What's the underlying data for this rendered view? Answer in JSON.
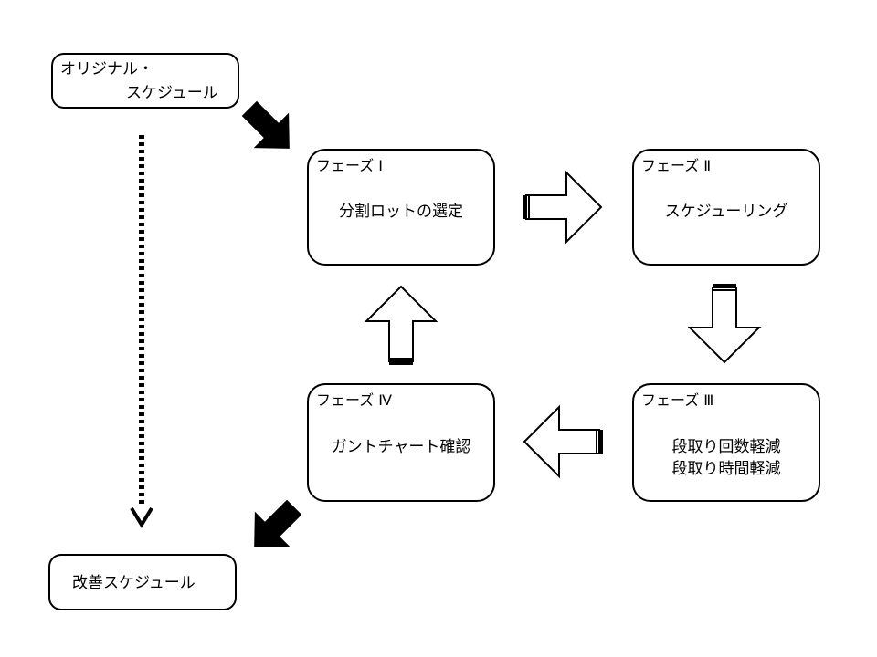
{
  "original_schedule": {
    "line1": "オリジナル・",
    "line2": "スケジュール"
  },
  "improved_schedule": {
    "label": "改善スケジュール"
  },
  "phases": [
    {
      "label": "フェーズ Ⅰ",
      "lines": [
        "分割ロットの選定"
      ]
    },
    {
      "label": "フェーズ Ⅱ",
      "lines": [
        "スケジューリング"
      ]
    },
    {
      "label": "フェーズ Ⅲ",
      "lines": [
        "段取り回数軽減",
        "段取り時間軽減"
      ]
    },
    {
      "label": "フェーズ Ⅳ",
      "lines": [
        "ガントチャート確認"
      ]
    }
  ]
}
